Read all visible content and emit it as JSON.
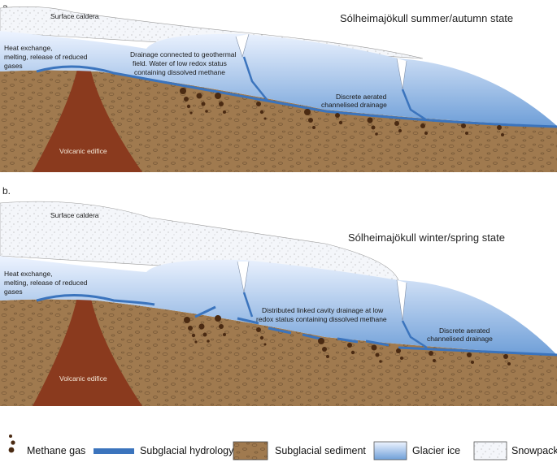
{
  "panels": [
    {
      "id": "a",
      "label": "a.",
      "title": "Sólheimajökull summer/autumn state",
      "labels": {
        "caldera": "Surface caldera",
        "heat": [
          "Heat exchange,",
          "melting, release of reduced",
          "gases"
        ],
        "drainage_geo": [
          "Drainage connected to geothermal",
          "field. Water of low redox status",
          "containing dissolved methane"
        ],
        "aerated": [
          "Discrete aerated",
          "channelised drainage"
        ],
        "volcanic": "Volcanic edifice"
      }
    },
    {
      "id": "b",
      "label": "b.",
      "title": "Sólheimajökull winter/spring state",
      "labels": {
        "caldera": "Surface caldera",
        "heat": [
          "Heat exchange,",
          "melting, release of reduced",
          "gases"
        ],
        "linked": [
          "Distributed linked cavity drainage at low",
          "redox status containing dissolved methane"
        ],
        "aerated": [
          "Discrete aerated",
          "channelised drainage"
        ],
        "volcanic": "Volcanic edifice"
      }
    }
  ],
  "legend": [
    {
      "key": "methane",
      "label": "Methane gas"
    },
    {
      "key": "hydrology",
      "label": "Subglacial hydrology"
    },
    {
      "key": "sediment",
      "label": "Subglacial sediment"
    },
    {
      "key": "ice",
      "label": "Glacier ice"
    },
    {
      "key": "snow",
      "label": "Snowpack"
    }
  ],
  "colors": {
    "sediment": "#a07a4f",
    "sediment_pebble": "#6e5132",
    "volcano": "#8a3a1e",
    "ice_top": "#e6efff",
    "ice_bottom": "#6f9fd8",
    "hydrology": "#3b74bd",
    "methane": "#4a2a12",
    "snow": "#f4f6fa"
  }
}
